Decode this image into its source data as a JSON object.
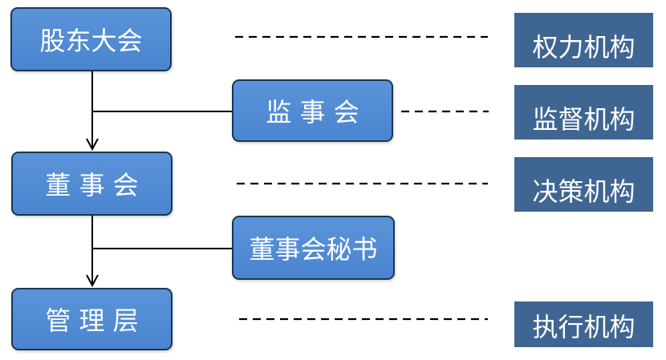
{
  "nodes": {
    "shareholders_meeting": "股东大会",
    "supervisory_board": "监 事 会",
    "board_of_directors": "董 事 会",
    "board_secretary": "董事会秘书",
    "management": "管 理 层"
  },
  "roles": {
    "authority_body": "权力机构",
    "supervisory_body": "监督机构",
    "decision_body": "决策机构",
    "executive_body": "执行机构"
  },
  "colors": {
    "node_fill": "#4f8ad4",
    "node_border": "#1c3553",
    "role_fill": "#3f6592",
    "line": "#000000"
  }
}
